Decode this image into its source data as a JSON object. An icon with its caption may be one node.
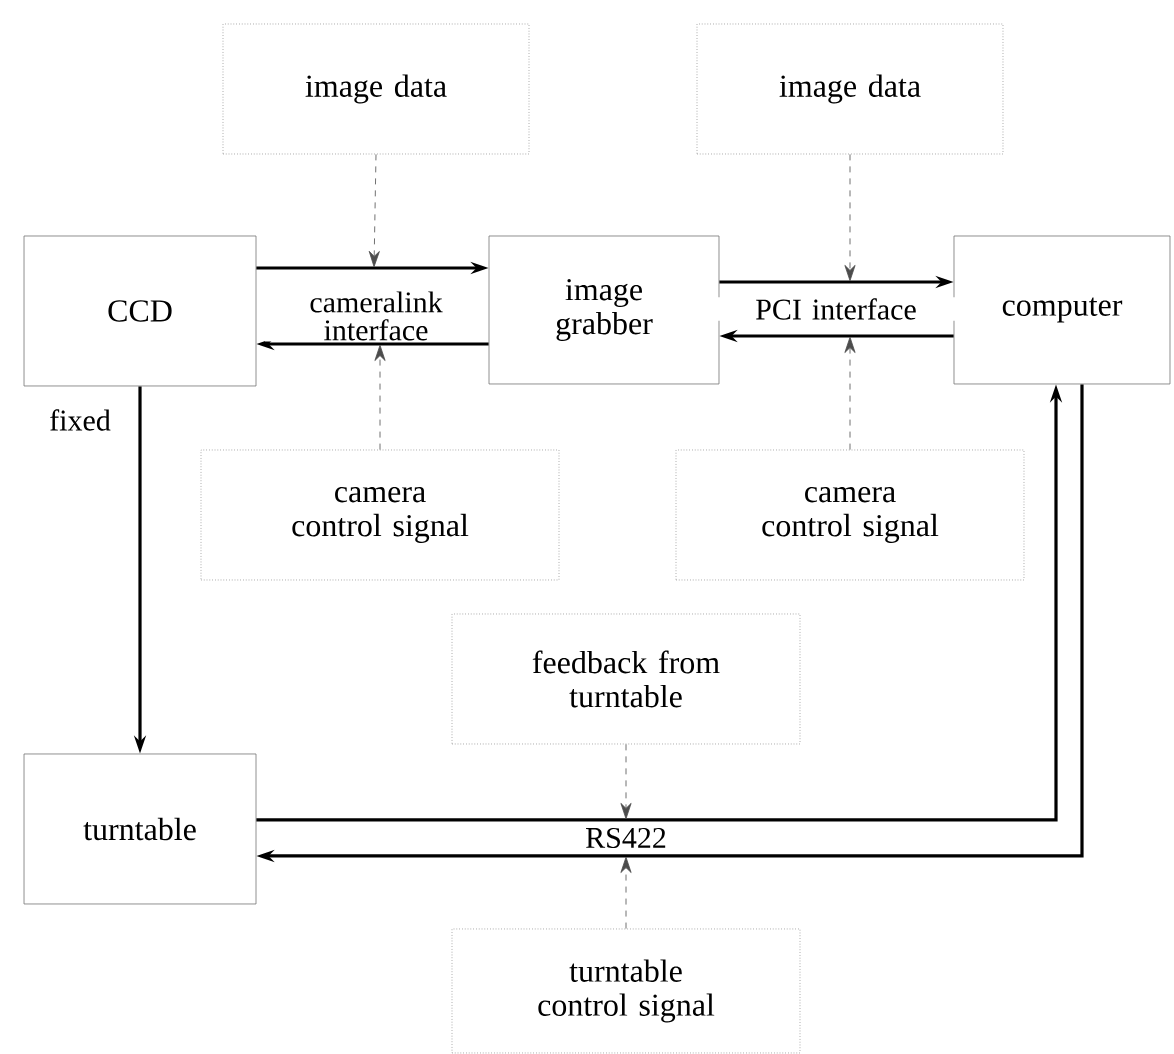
{
  "diagram": {
    "nodes": [
      {
        "text": [
          "image data"
        ]
      },
      {
        "text": [
          "image data"
        ]
      },
      {
        "text": [
          "CCD"
        ]
      },
      {
        "text": [
          "image grabber"
        ]
      },
      {
        "text": [
          "computer"
        ]
      },
      {
        "text": [
          "camera control signal"
        ]
      },
      {
        "text": [
          "camera control signal"
        ]
      },
      {
        "text": [
          "feedback from turntable"
        ]
      },
      {
        "text": [
          "turntable"
        ]
      },
      {
        "text": [
          "turntable control signal"
        ]
      }
    ],
    "edges": [
      {
        "from": 2,
        "to": 3,
        "arrow": "to",
        "label": "cameralink interface"
      },
      {
        "from": 3,
        "to": 2,
        "arrow": "to"
      },
      {
        "from": 0,
        "to": null,
        "arrow": "to",
        "style": "dashed"
      },
      {
        "from": 5,
        "to": null,
        "arrow": "to",
        "style": "dashed"
      },
      {
        "from": 3,
        "to": 4,
        "arrow": "to",
        "label": "PCI interface"
      },
      {
        "from": 4,
        "to": 3,
        "arrow": "to"
      },
      {
        "from": 1,
        "to": null,
        "arrow": "to",
        "style": "dashed"
      },
      {
        "from": 6,
        "to": null,
        "arrow": "to",
        "style": "dashed"
      },
      {
        "from": 2,
        "to": 8,
        "arrow": "to",
        "label": "fixed"
      },
      {
        "from": 8,
        "to": 4,
        "arrow": "to"
      },
      {
        "from": 4,
        "to": 8,
        "arrow": "to",
        "label": "RS422"
      },
      {
        "from": 7,
        "to": null,
        "arrow": "to",
        "style": "dashed"
      },
      {
        "from": 9,
        "to": null,
        "arrow": "to",
        "style": "dashed"
      }
    ]
  }
}
